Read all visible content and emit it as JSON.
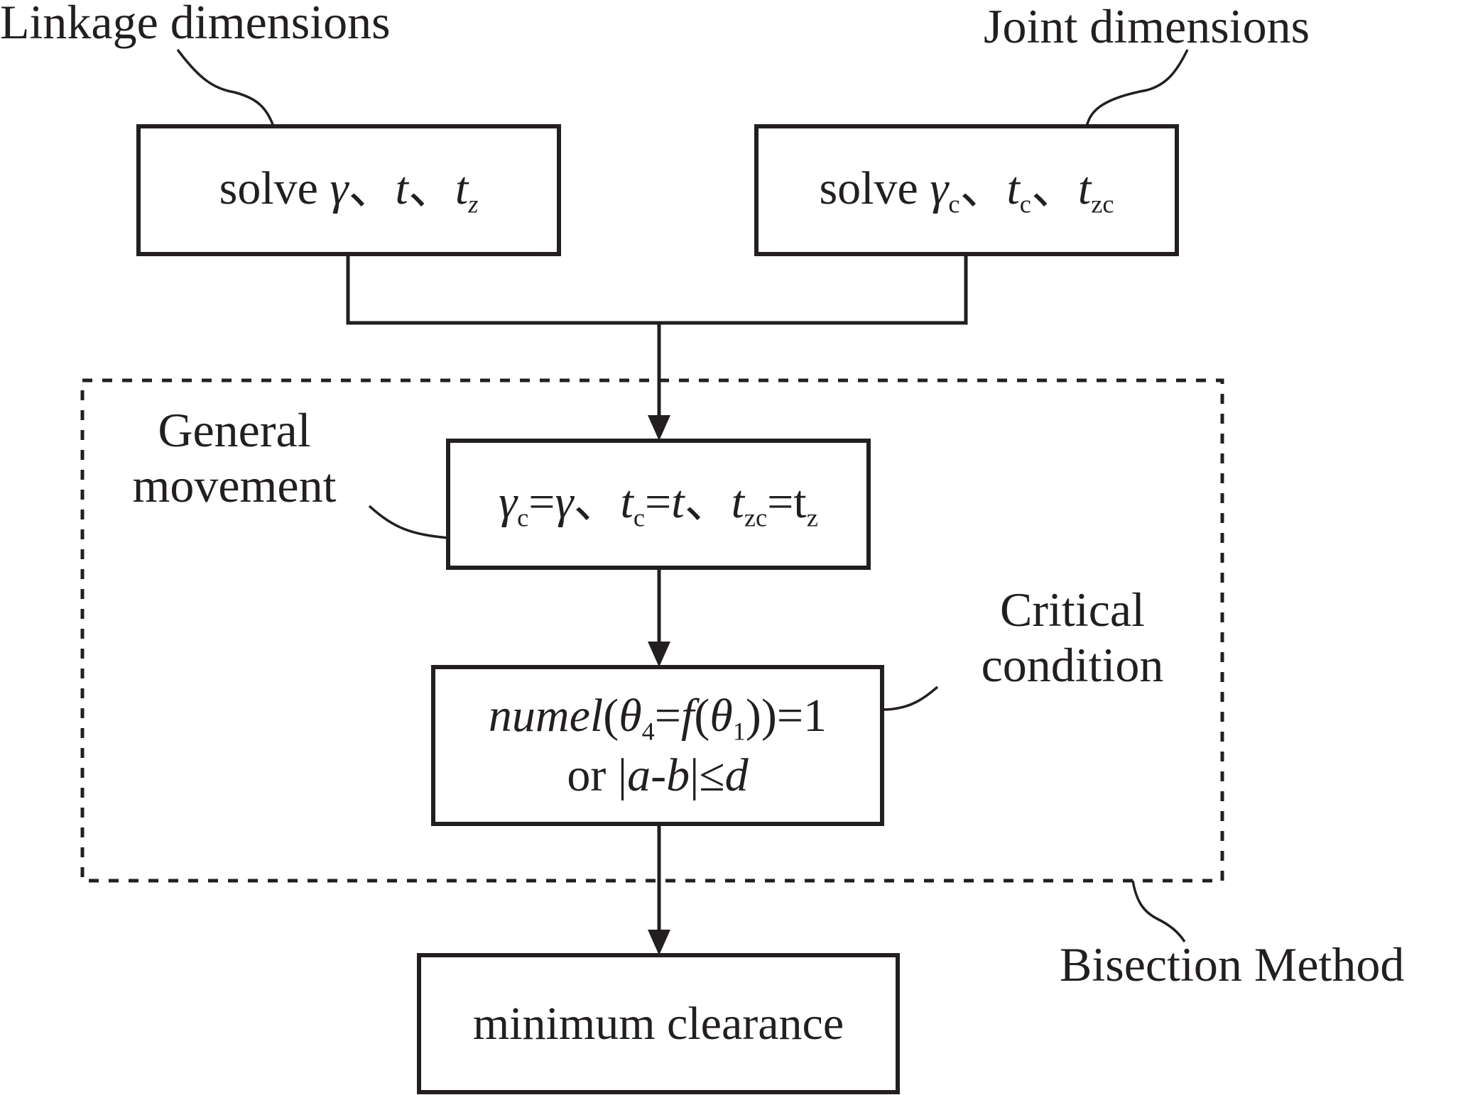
{
  "diagram": {
    "title_labels": {
      "linkage": "Linkage dimensions",
      "joint": "Joint dimensions",
      "general_line1": "General",
      "general_line2": "movement",
      "critical_line1": "Critical",
      "critical_line2": "condition",
      "bisection": "Bisection Method"
    },
    "boxes": {
      "linkage_solve": {
        "prefix": "solve ",
        "gamma": "γ",
        "sep1": "、",
        "t": "t",
        "sep2": "、",
        "tz": "t",
        "tz_sub": "z"
      },
      "joint_solve": {
        "prefix": "solve ",
        "gamma": "γ",
        "gamma_sub": "c",
        "sep1": "、",
        "t": "t",
        "t_sub": "c",
        "sep2": "、",
        "tz": "t",
        "tz_sub": "zc"
      },
      "assign": {
        "gamma_c": "γ",
        "gamma_c_sub": "c",
        "eq1": "=",
        "gamma": "γ",
        "sep1": "、",
        "t_c": "t",
        "t_c_sub": "c",
        "eq2": "=",
        "t": "t",
        "sep2": "、",
        "t_zc": "t",
        "t_zc_sub": "zc",
        "eq3": "=",
        "t_z": "t",
        "t_z_sub": "z"
      },
      "condition": {
        "numel": "numel",
        "open": "(",
        "theta4": "θ",
        "theta4_sub": "4",
        "eq": "=",
        "f": "f",
        "open2": "(",
        "theta1": "θ",
        "theta1_sub": "1",
        "close": "))=1",
        "or": "or ",
        "abs_open": "|",
        "a": "a",
        "minus": "-",
        "b": "b",
        "abs_close": "|",
        "le": "≤",
        "d": "d"
      },
      "result": {
        "text": "minimum clearance"
      }
    },
    "colors": {
      "ink": "#231f20",
      "background": "#ffffff"
    }
  }
}
